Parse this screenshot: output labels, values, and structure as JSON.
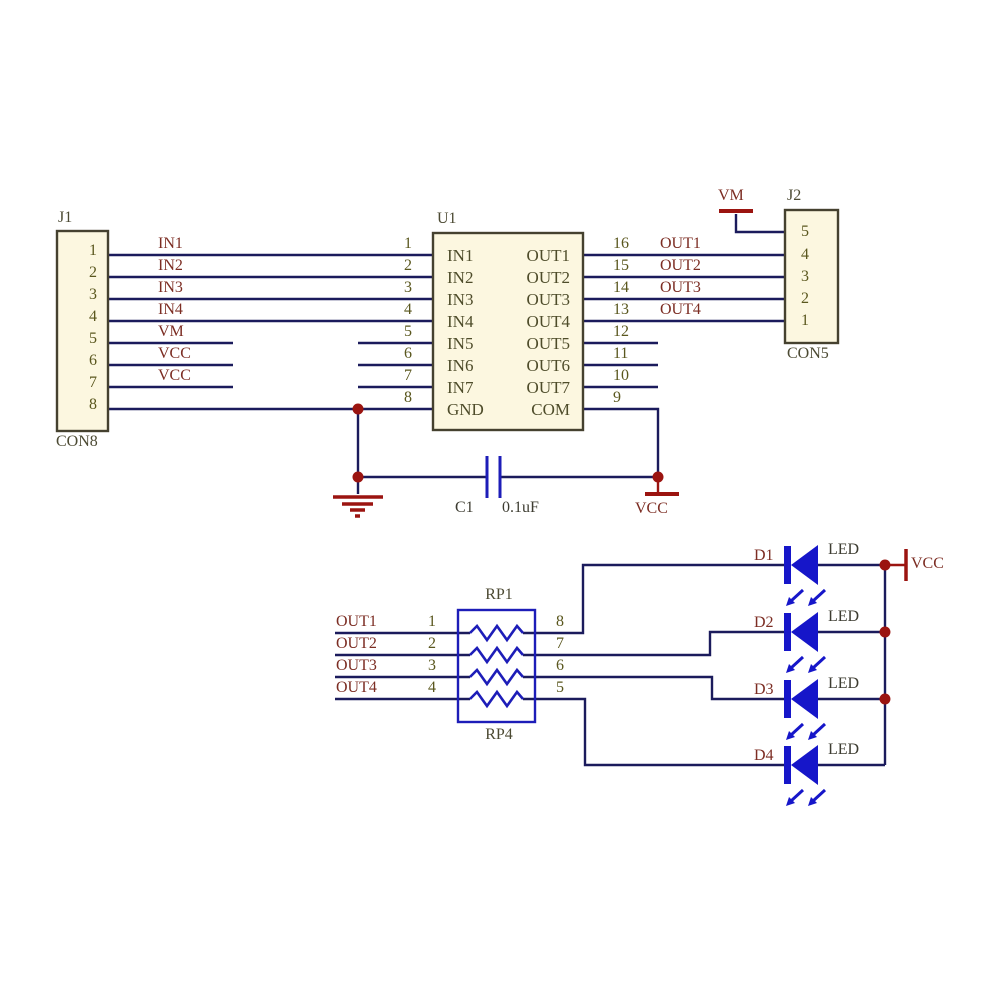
{
  "schematic": {
    "j1": {
      "ref": "J1",
      "footprint": "CON8",
      "pins": [
        "1",
        "2",
        "3",
        "4",
        "5",
        "6",
        "7",
        "8"
      ],
      "nets": [
        "IN1",
        "IN2",
        "IN3",
        "IN4",
        "VM",
        "VCC",
        "VCC"
      ]
    },
    "u1": {
      "ref": "U1",
      "left_pins": [
        {
          "num": "1",
          "name": "IN1"
        },
        {
          "num": "2",
          "name": "IN2"
        },
        {
          "num": "3",
          "name": "IN3"
        },
        {
          "num": "4",
          "name": "IN4"
        },
        {
          "num": "5",
          "name": "IN5"
        },
        {
          "num": "6",
          "name": "IN6"
        },
        {
          "num": "7",
          "name": "IN7"
        },
        {
          "num": "8",
          "name": "GND"
        }
      ],
      "right_pins": [
        {
          "num": "16",
          "name": "OUT1"
        },
        {
          "num": "15",
          "name": "OUT2"
        },
        {
          "num": "14",
          "name": "OUT3"
        },
        {
          "num": "13",
          "name": "OUT4"
        },
        {
          "num": "12",
          "name": "OUT5"
        },
        {
          "num": "11",
          "name": "OUT6"
        },
        {
          "num": "10",
          "name": "OUT7"
        },
        {
          "num": "9",
          "name": "COM"
        }
      ]
    },
    "j2": {
      "ref": "J2",
      "footprint": "CON5",
      "pins": [
        "5",
        "4",
        "3",
        "2",
        "1"
      ],
      "nets": [
        "OUT1",
        "OUT2",
        "OUT3",
        "OUT4"
      ],
      "vm": "VM"
    },
    "c1": {
      "ref": "C1",
      "value": "0.1uF"
    },
    "power": {
      "vcc_mid": "VCC",
      "vcc_led": "VCC"
    },
    "rp": {
      "ref": "RP1",
      "alt_ref": "RP4",
      "left_pins": [
        "1",
        "2",
        "3",
        "4"
      ],
      "right_pins": [
        "8",
        "7",
        "6",
        "5"
      ],
      "nets": [
        "OUT1",
        "OUT2",
        "OUT3",
        "OUT4"
      ]
    },
    "leds": [
      {
        "ref": "D1",
        "label": "LED"
      },
      {
        "ref": "D2",
        "label": "LED"
      },
      {
        "ref": "D3",
        "label": "LED"
      },
      {
        "ref": "D4",
        "label": "LED"
      }
    ]
  },
  "colors": {
    "bg": "#ffffff",
    "wire": "#1b1b5c",
    "symbol-blue": "#1d1db8",
    "led-blue": "#1616c9",
    "power-red": "#9b1410",
    "net-red": "#7c2d23",
    "ref-olive": "#4c4a33",
    "pin-olive": "#5a571e",
    "inner-olive": "#4e4c2a",
    "label-gray": "#3d3c31",
    "comp-fill": "#fcf7e0",
    "comp-border": "#45412f"
  }
}
